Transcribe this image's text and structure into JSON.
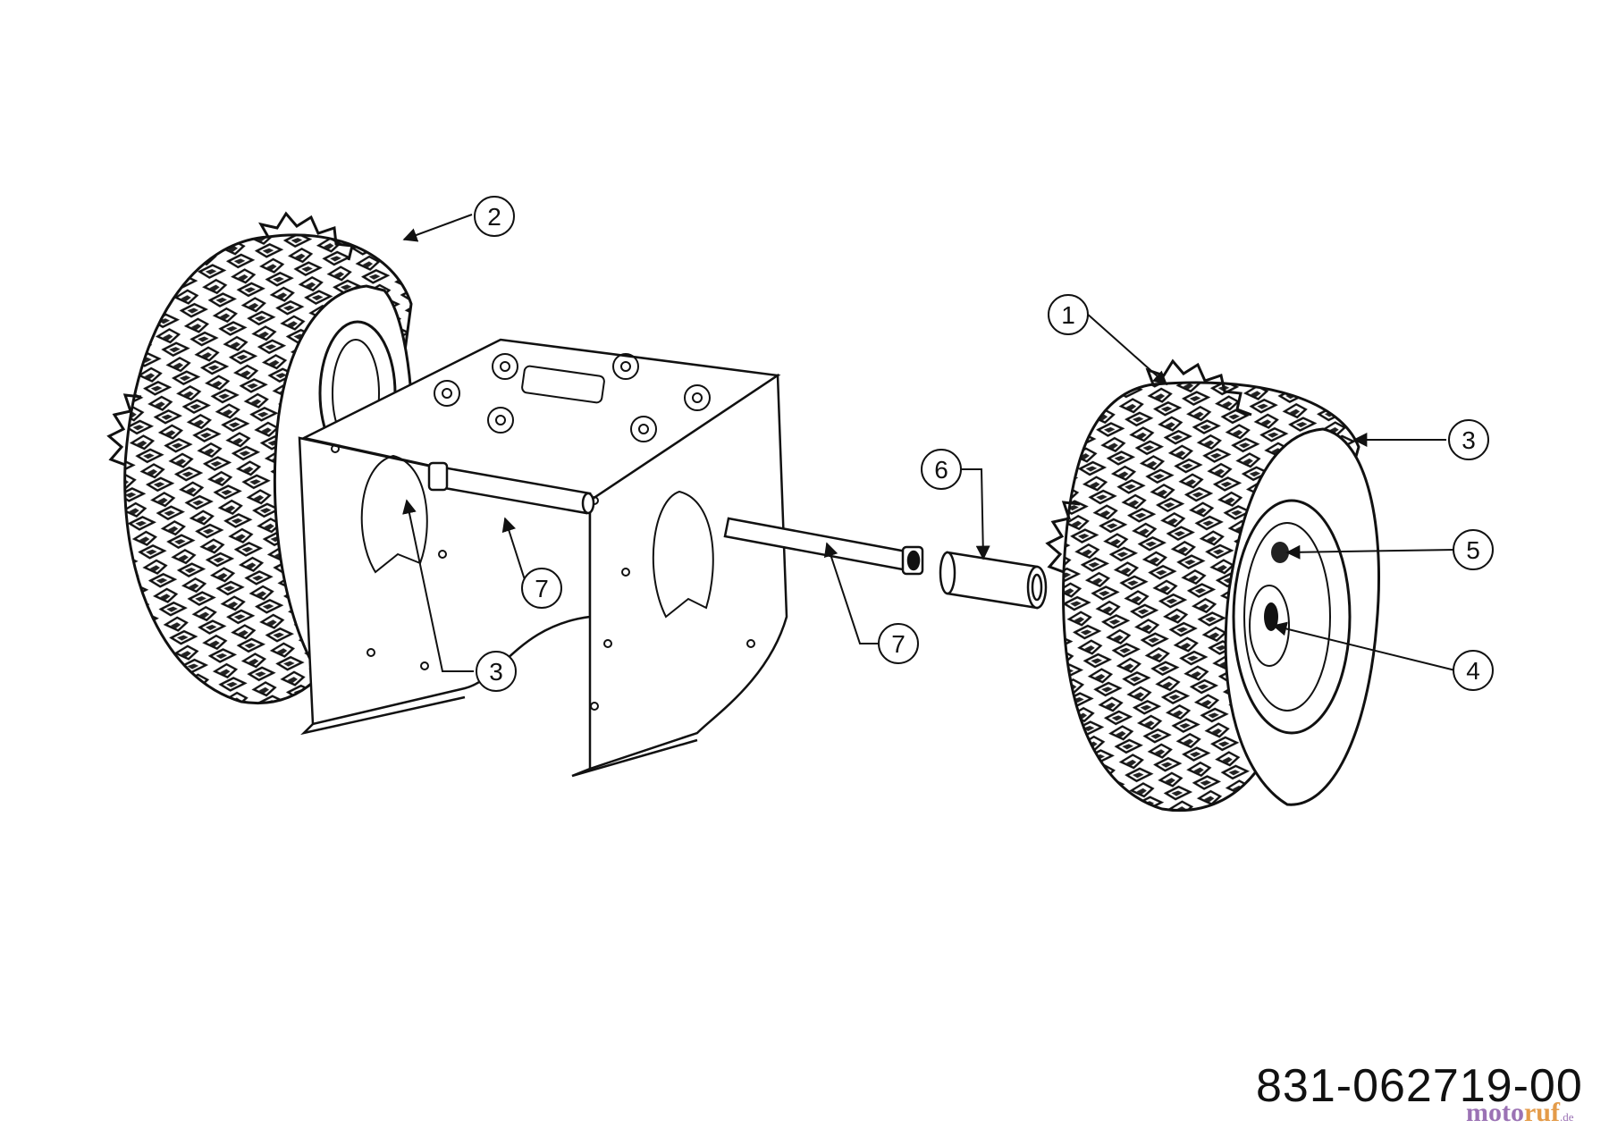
{
  "callouts": [
    {
      "id": "c1",
      "label": "1"
    },
    {
      "id": "c2",
      "label": "2"
    },
    {
      "id": "c3a",
      "label": "3"
    },
    {
      "id": "c3b",
      "label": "3"
    },
    {
      "id": "c4",
      "label": "4"
    },
    {
      "id": "c5",
      "label": "5"
    },
    {
      "id": "c6",
      "label": "6"
    },
    {
      "id": "c7a",
      "label": "7"
    },
    {
      "id": "c7b",
      "label": "7"
    }
  ],
  "part_number": "831-062719-00",
  "watermark": {
    "part1": "moto",
    "part2": "ruf",
    "part3": ".de"
  },
  "colors": {
    "line": "#111111",
    "background": "#ffffff",
    "watermark_purple": "#8a5aa8",
    "watermark_orange": "#e08a2a"
  }
}
